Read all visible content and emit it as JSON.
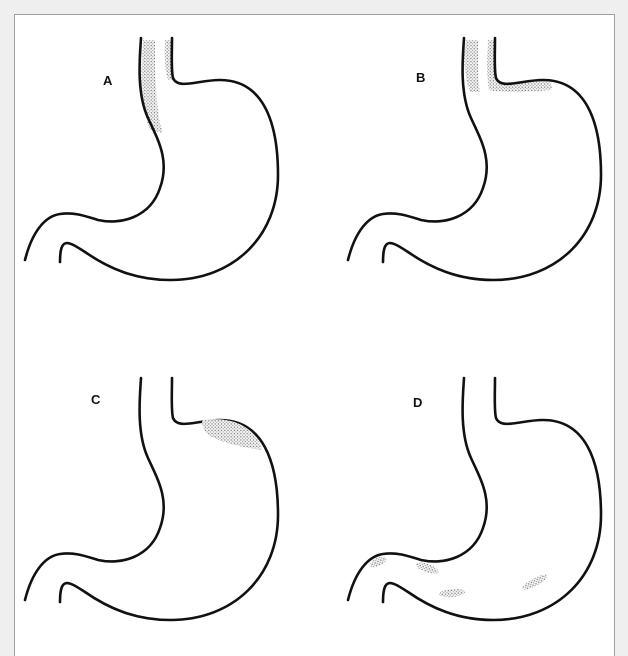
{
  "panels": [
    {
      "id": "A",
      "label": "A"
    },
    {
      "id": "B",
      "label": "B"
    },
    {
      "id": "C",
      "label": "C"
    },
    {
      "id": "D",
      "label": "D"
    }
  ],
  "colors": {
    "background": "#efefef",
    "canvas": "#ffffff",
    "outline": "#111111",
    "stipple": "#7a7a7a"
  }
}
